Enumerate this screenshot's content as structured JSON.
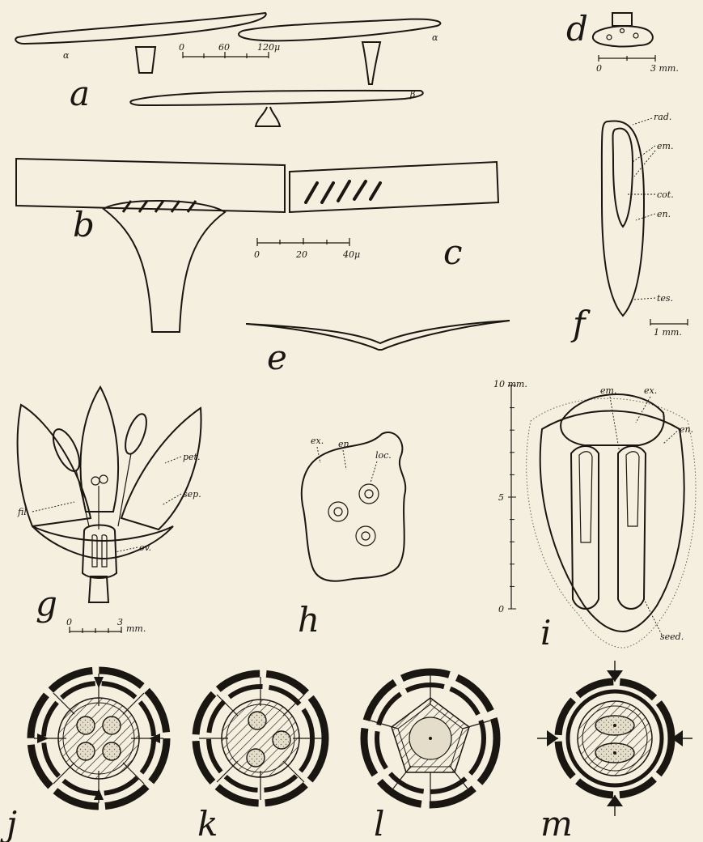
{
  "figure_letters": {
    "a": "a",
    "b": "b",
    "c": "c",
    "d": "d",
    "e": "e",
    "f": "f",
    "g": "g",
    "h": "h",
    "i": "i",
    "j": "j",
    "k": "k",
    "l": "l",
    "m": "m"
  },
  "fig_a": {
    "label_alpha_1": "α",
    "label_alpha_2": "α",
    "label_beta": "β"
  },
  "scale_bars": {
    "a": {
      "ticks": [
        "0",
        "60",
        "120μ"
      ]
    },
    "bc": {
      "ticks": [
        "0",
        "20",
        "40μ"
      ]
    },
    "d": {
      "ticks": [
        "0",
        "3 mm."
      ]
    },
    "f": {
      "unit": "1 mm."
    },
    "g": {
      "ticks": [
        "0",
        "3"
      ],
      "unit": "mm."
    },
    "i": {
      "ticks": [
        "10 mm.",
        "5",
        "0"
      ]
    }
  },
  "fig_f_labels": {
    "rad": "rad.",
    "em": "em.",
    "cot": "cot.",
    "en": "en.",
    "tes": "tes."
  },
  "fig_g_labels": {
    "pet": "pet.",
    "sep": "sep.",
    "fil": "fil.",
    "ov": "ov."
  },
  "fig_h_labels": {
    "ex": "ex.",
    "en": "en.",
    "loc": "loc."
  },
  "fig_i_labels": {
    "em": "em.",
    "ex": "ex.",
    "en": "en.",
    "seed": "seed."
  },
  "colors": {
    "paper": "#f4efdf",
    "ink": "#1a1712",
    "stipple": "#9a9284"
  }
}
